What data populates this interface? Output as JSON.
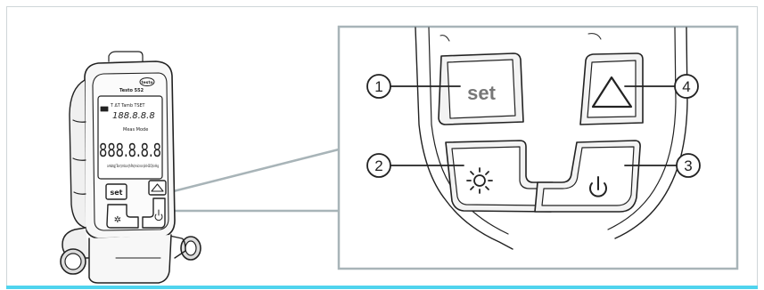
{
  "device": {
    "brand_logo": "testo",
    "model_label": "Testo 552",
    "display_mode": "Meas Mode",
    "display_main_value": "888.8.8.8",
    "display_sub_value": "188.8.8.8",
    "display_units": "ambtg|Torr|mbar|hPa|micron|inH2O|inHg",
    "display_symbols": "T  ΔT  Tamb  TSET",
    "set_key_label": "set"
  },
  "detail": {
    "set_button_label": "set",
    "callouts": [
      {
        "number": "1",
        "target": "set key"
      },
      {
        "number": "2",
        "target": "light key"
      },
      {
        "number": "3",
        "target": "power key"
      },
      {
        "number": "4",
        "target": "up arrow key"
      }
    ]
  },
  "colors": {
    "frame_border": "#cfd6d8",
    "bottom_accent": "#4fd4ee",
    "line_art": "#222222",
    "zoom_connector": "#a8b4b8"
  }
}
